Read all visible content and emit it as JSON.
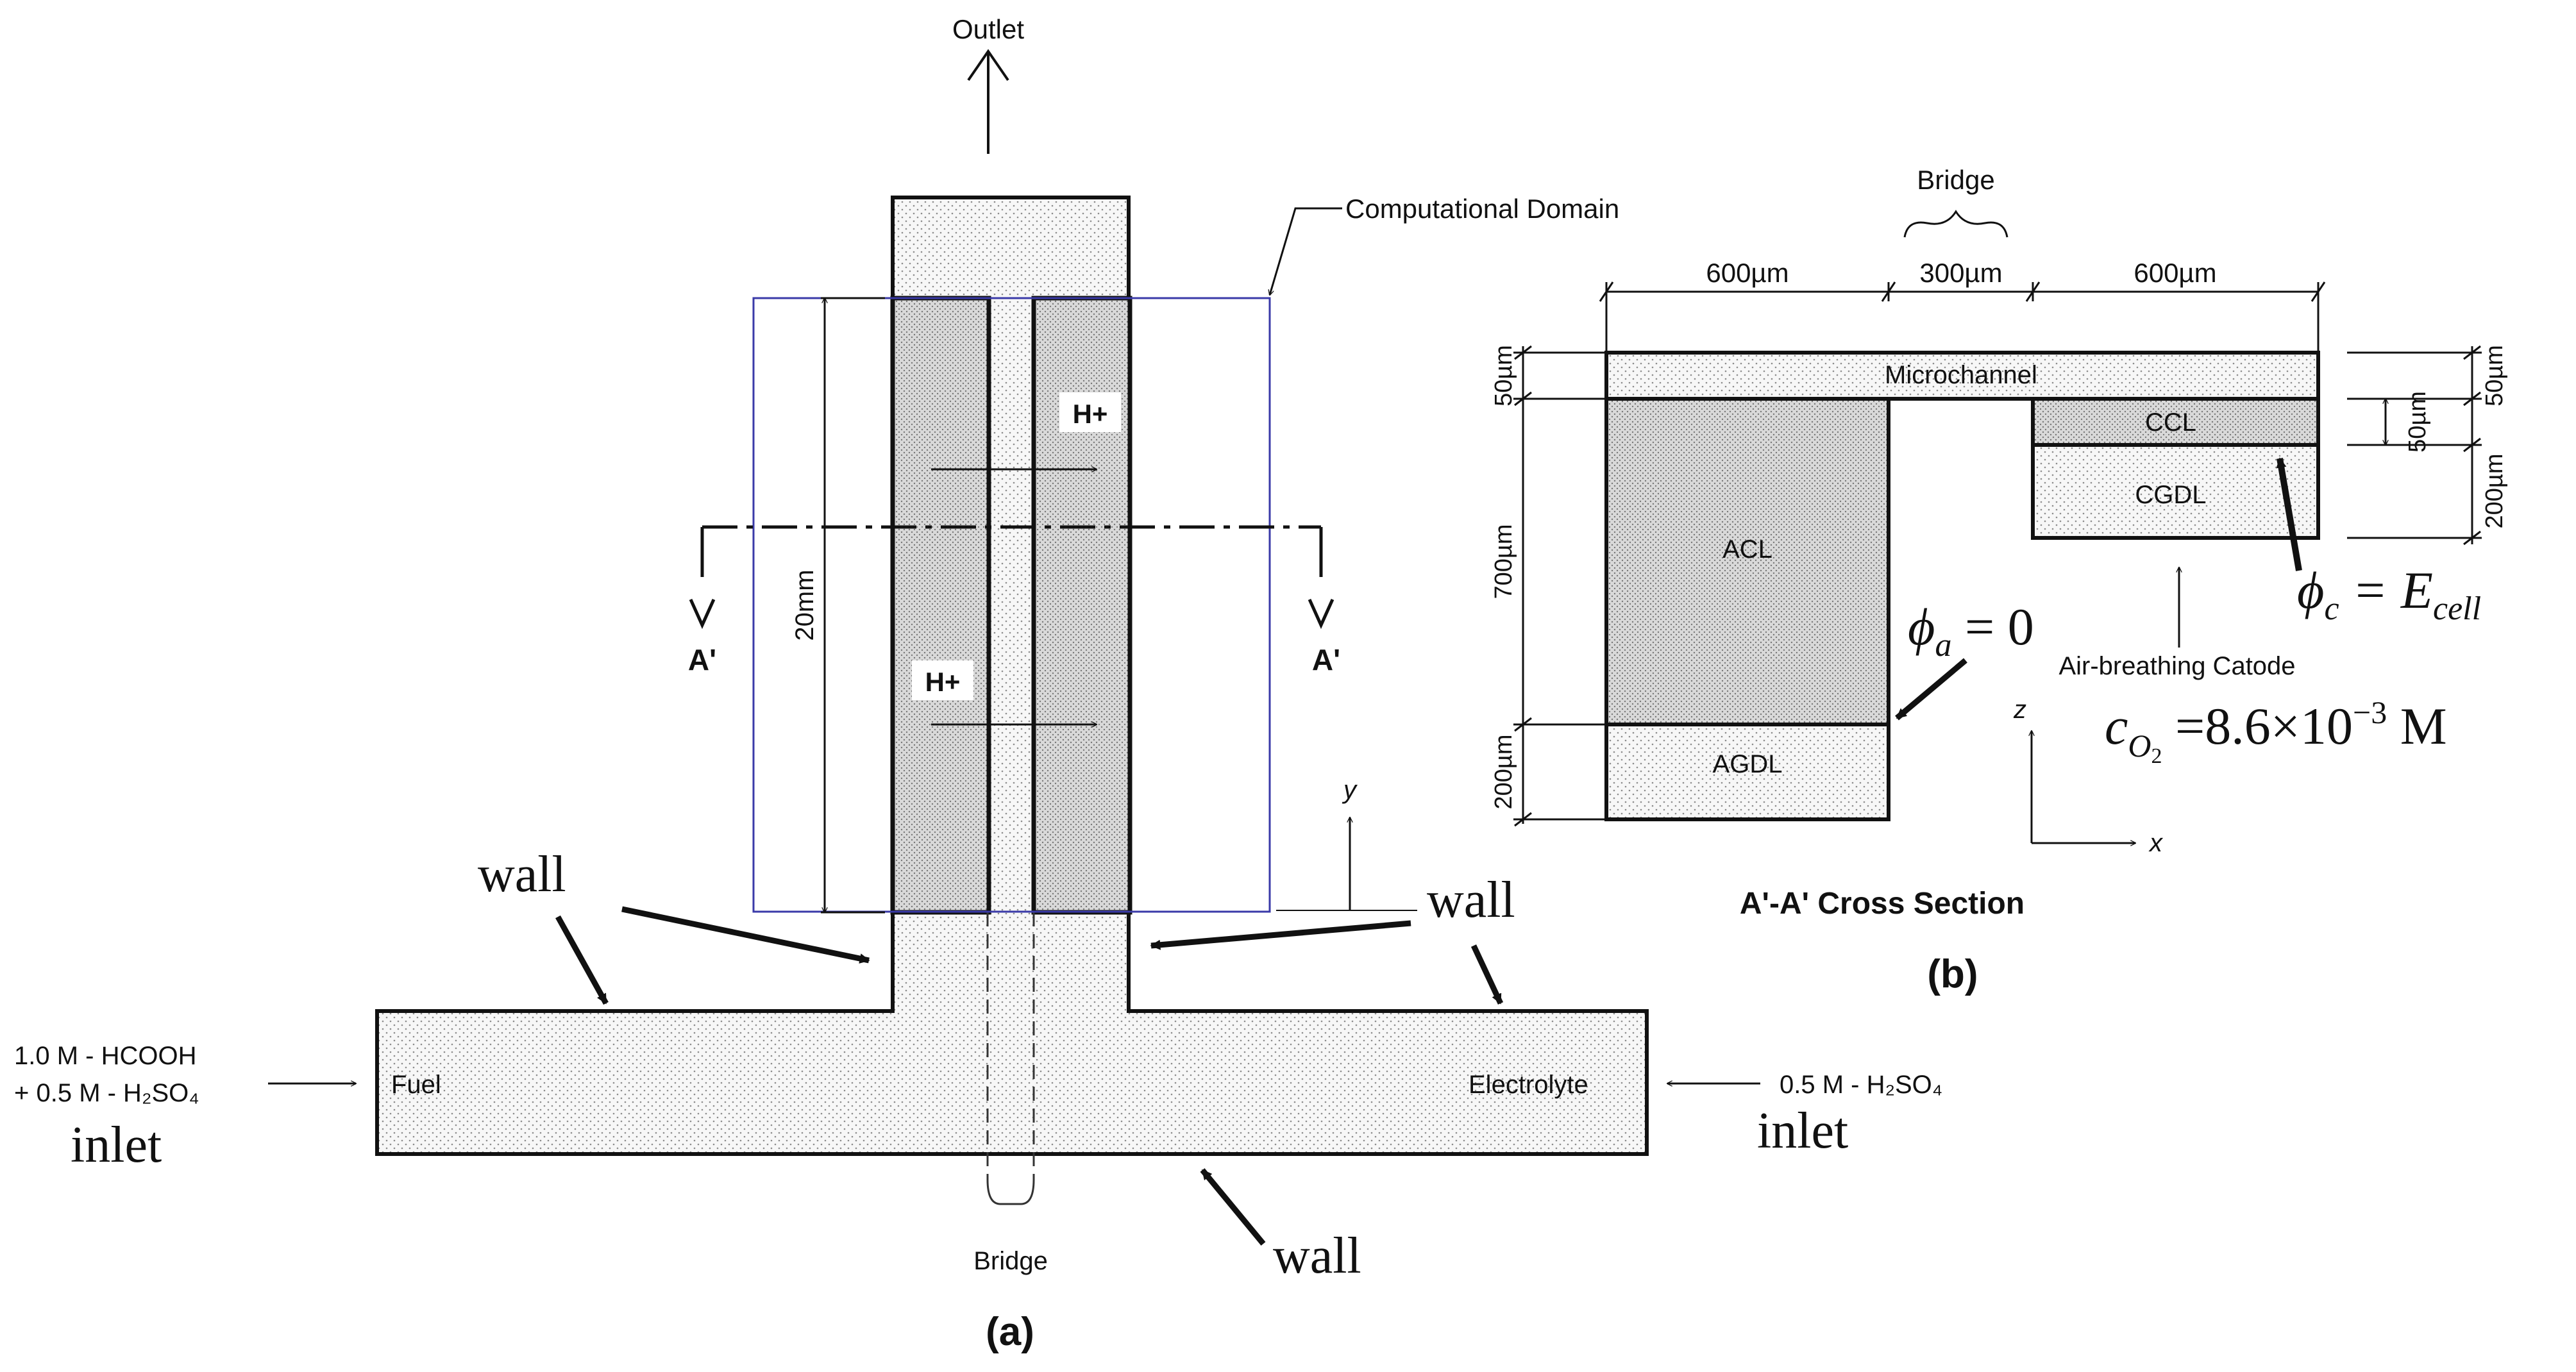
{
  "diagram_a": {
    "outlet": "Outlet",
    "computational_domain": "Computational Domain",
    "dim_20mm": "20mm",
    "section_mark": "A'",
    "proton": "H+",
    "y_axis": "y",
    "wall": "wall",
    "fuel_inlet_line1": "1.0 M - HCOOH",
    "fuel_inlet_line2": "+ 0.5 M - H₂SO₄",
    "inlet": "inlet",
    "fuel": "Fuel",
    "electrolyte": "Electrolyte",
    "electrolyte_inlet": "0.5 M - H₂SO₄",
    "bridge": "Bridge",
    "caption": "(a)"
  },
  "diagram_b": {
    "bridge": "Bridge",
    "dim_600_left": "600µm",
    "dim_300": "300µm",
    "dim_600_right": "600µm",
    "microchannel": "Microchannel",
    "ccl": "CCL",
    "cgdl": "CGDL",
    "acl": "ACL",
    "agdl": "AGDL",
    "dim_50_left": "50µm",
    "dim_700": "700µm",
    "dim_200_left": "200µm",
    "dim_50_right_outer": "50µm",
    "dim_50_right_inner": "50µm",
    "dim_200_right": "200µm",
    "phi_a": "ϕ",
    "phi_a_sub": "a",
    "phi_a_rhs": " = 0",
    "phi_c": "ϕ",
    "phi_c_sub": "c",
    "phi_c_rhs": " = E",
    "phi_c_rhs_sub": "cell",
    "air_breathing": "Air-breathing Catode",
    "c_o2": "c",
    "c_o2_sub": "O",
    "c_o2_subsub": "2",
    "c_o2_rhs": " =8.6×10",
    "c_o2_exp": "−3",
    "c_o2_unit": " M",
    "z_axis": "z",
    "x_axis": "x",
    "cross_section_title": "A'-A' Cross Section",
    "caption": "(b)"
  }
}
